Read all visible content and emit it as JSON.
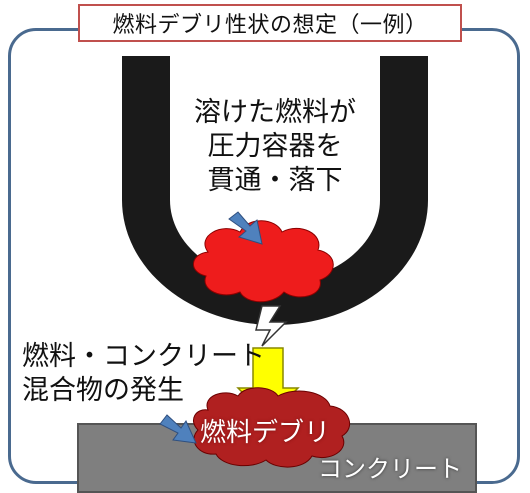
{
  "title": "燃料デブリ性状の想定（一例）",
  "caption_melt": [
    "溶けた燃料が",
    "圧力容器を",
    "貫通・落下"
  ],
  "caption_mix": [
    "燃料・コンクリート",
    "混合物の発生"
  ],
  "label_debris": "燃料デブリ",
  "label_concrete": "コンクリート",
  "colors": {
    "frame": "#4a6a8f",
    "title_border": "#c0504d",
    "vessel": "#1a1a1a",
    "molten_fuel": "#ee1c1c",
    "debris": "#b02020",
    "concrete": "#7f7f7f",
    "arrow_blue": "#4f81bd",
    "arrow_yellow": "#ffff00"
  }
}
